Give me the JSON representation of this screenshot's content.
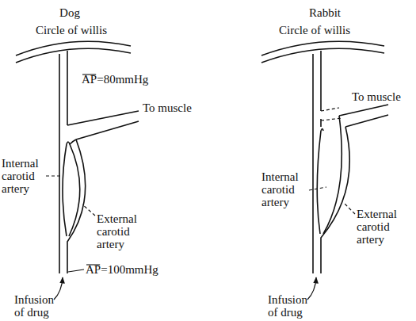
{
  "diagram": {
    "labels": [
      "Dog",
      "Circle of willis",
      "AP=80mmHg",
      "To muscle",
      "Internal carotid artery",
      "External carotid artery",
      "Infusion of drug",
      "AP=100mmHg",
      "Rabbit",
      "Circle of willis",
      "To muscle",
      "Internal carotid artery",
      "External carotid artery",
      "Infusion of drug"
    ]
  }
}
